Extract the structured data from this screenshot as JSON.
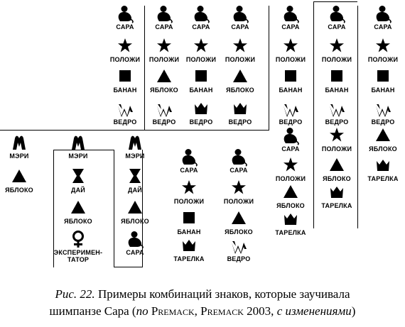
{
  "columns": [
    {
      "id": "A",
      "items": [
        {
          "symbol": "sara",
          "label": "САРА"
        },
        {
          "symbol": "star",
          "label": "ПОЛОЖИ"
        },
        {
          "symbol": "square",
          "label": "БАНАН"
        },
        {
          "symbol": "bucket",
          "label": "ВЕДРО"
        }
      ]
    },
    {
      "id": "B",
      "items": [
        {
          "symbol": "sara",
          "label": "САРА"
        },
        {
          "symbol": "star",
          "label": "ПОЛОЖИ"
        },
        {
          "symbol": "triangle",
          "label": "ЯБЛОКО"
        },
        {
          "symbol": "bucket",
          "label": "ВЕДРО"
        }
      ]
    },
    {
      "id": "C",
      "items": [
        {
          "symbol": "sara",
          "label": "САРА"
        },
        {
          "symbol": "star",
          "label": "ПОЛОЖИ"
        },
        {
          "symbol": "square",
          "label": "БАНАН"
        },
        {
          "symbol": "plate",
          "label": "ВЕДРО"
        }
      ]
    },
    {
      "id": "D",
      "items": [
        {
          "symbol": "sara",
          "label": "САРА"
        },
        {
          "symbol": "star",
          "label": "ПОЛОЖИ"
        },
        {
          "symbol": "triangle",
          "label": "ЯБЛОКО"
        },
        {
          "symbol": "plate",
          "label": "ВЕДРО"
        }
      ]
    },
    {
      "id": "E",
      "items": [
        {
          "symbol": "sara",
          "label": "САРА"
        },
        {
          "symbol": "star",
          "label": "ПОЛОЖИ"
        },
        {
          "symbol": "square",
          "label": "БАНАН"
        },
        {
          "symbol": "bucket",
          "label": "ВЕДРО"
        },
        {
          "symbol": "sara",
          "label": "САРА"
        },
        {
          "symbol": "star",
          "label": "ПОЛОЖИ"
        },
        {
          "symbol": "triangle",
          "label": "ЯБЛОКО"
        },
        {
          "symbol": "plate",
          "label": "ТАРЕЛКА"
        }
      ]
    },
    {
      "id": "F",
      "items": [
        {
          "symbol": "sara",
          "label": "САРА"
        },
        {
          "symbol": "star",
          "label": "ПОЛОЖИ"
        },
        {
          "symbol": "square",
          "label": "БАНАН"
        },
        {
          "symbol": "bucket",
          "label": "ВЕДРО"
        },
        {
          "symbol": "star",
          "label": "ПОЛОЖИ"
        },
        {
          "symbol": "triangle",
          "label": "ЯБЛОКО"
        },
        {
          "symbol": "plate",
          "label": "ТАРЕЛКА"
        }
      ]
    },
    {
      "id": "G",
      "items": [
        {
          "symbol": "sara",
          "label": "САРА"
        },
        {
          "symbol": "star",
          "label": "ПОЛОЖИ"
        },
        {
          "symbol": "square",
          "label": "БАНАН"
        },
        {
          "symbol": "bucket",
          "label": "ВЕДРО"
        },
        {
          "symbol": "triangle",
          "label": "ЯБЛОКО"
        },
        {
          "symbol": "plate",
          "label": "ТАРЕЛКА"
        }
      ]
    },
    {
      "id": "H",
      "items": [
        {
          "symbol": "mary",
          "label": "МЭРИ"
        },
        {
          "symbol": "triangle",
          "label": "ЯБЛОКО"
        }
      ]
    },
    {
      "id": "I",
      "items": [
        {
          "symbol": "mary",
          "label": "МЭРИ"
        },
        {
          "symbol": "give",
          "label": "ДАЙ"
        },
        {
          "symbol": "triangle",
          "label": "ЯБЛОКО"
        },
        {
          "symbol": "female",
          "label": "ЭКСПЕРИМЕН-\nТАТОР"
        }
      ]
    },
    {
      "id": "J",
      "items": [
        {
          "symbol": "mary",
          "label": "МЭРИ"
        },
        {
          "symbol": "give",
          "label": "ДАЙ"
        },
        {
          "symbol": "triangle",
          "label": "ЯБЛОКО"
        },
        {
          "symbol": "sara",
          "label": "САРА"
        }
      ]
    },
    {
      "id": "K",
      "items": [
        {
          "symbol": "sara",
          "label": "САРА"
        },
        {
          "symbol": "star",
          "label": "ПОЛОЖИ"
        },
        {
          "symbol": "square",
          "label": "БАНАН"
        },
        {
          "symbol": "plate",
          "label": "ТАРЕЛКА"
        }
      ]
    },
    {
      "id": "L",
      "items": [
        {
          "symbol": "sara",
          "label": "САРА"
        },
        {
          "symbol": "star",
          "label": "ПОЛОЖИ"
        },
        {
          "symbol": "triangle",
          "label": "ЯБЛОКО"
        },
        {
          "symbol": "bucket",
          "label": "ВЕДРО"
        }
      ]
    }
  ],
  "caption": {
    "fig": "Рис. 22.",
    "line1_rest": " Примеры комбинаций знаков, которые заучивала",
    "line2_start": "шимпанзе Сара (",
    "po": "по",
    "authors": " Premack, Premack 2003, ",
    "changes": "с изменениями",
    "close": ")"
  }
}
